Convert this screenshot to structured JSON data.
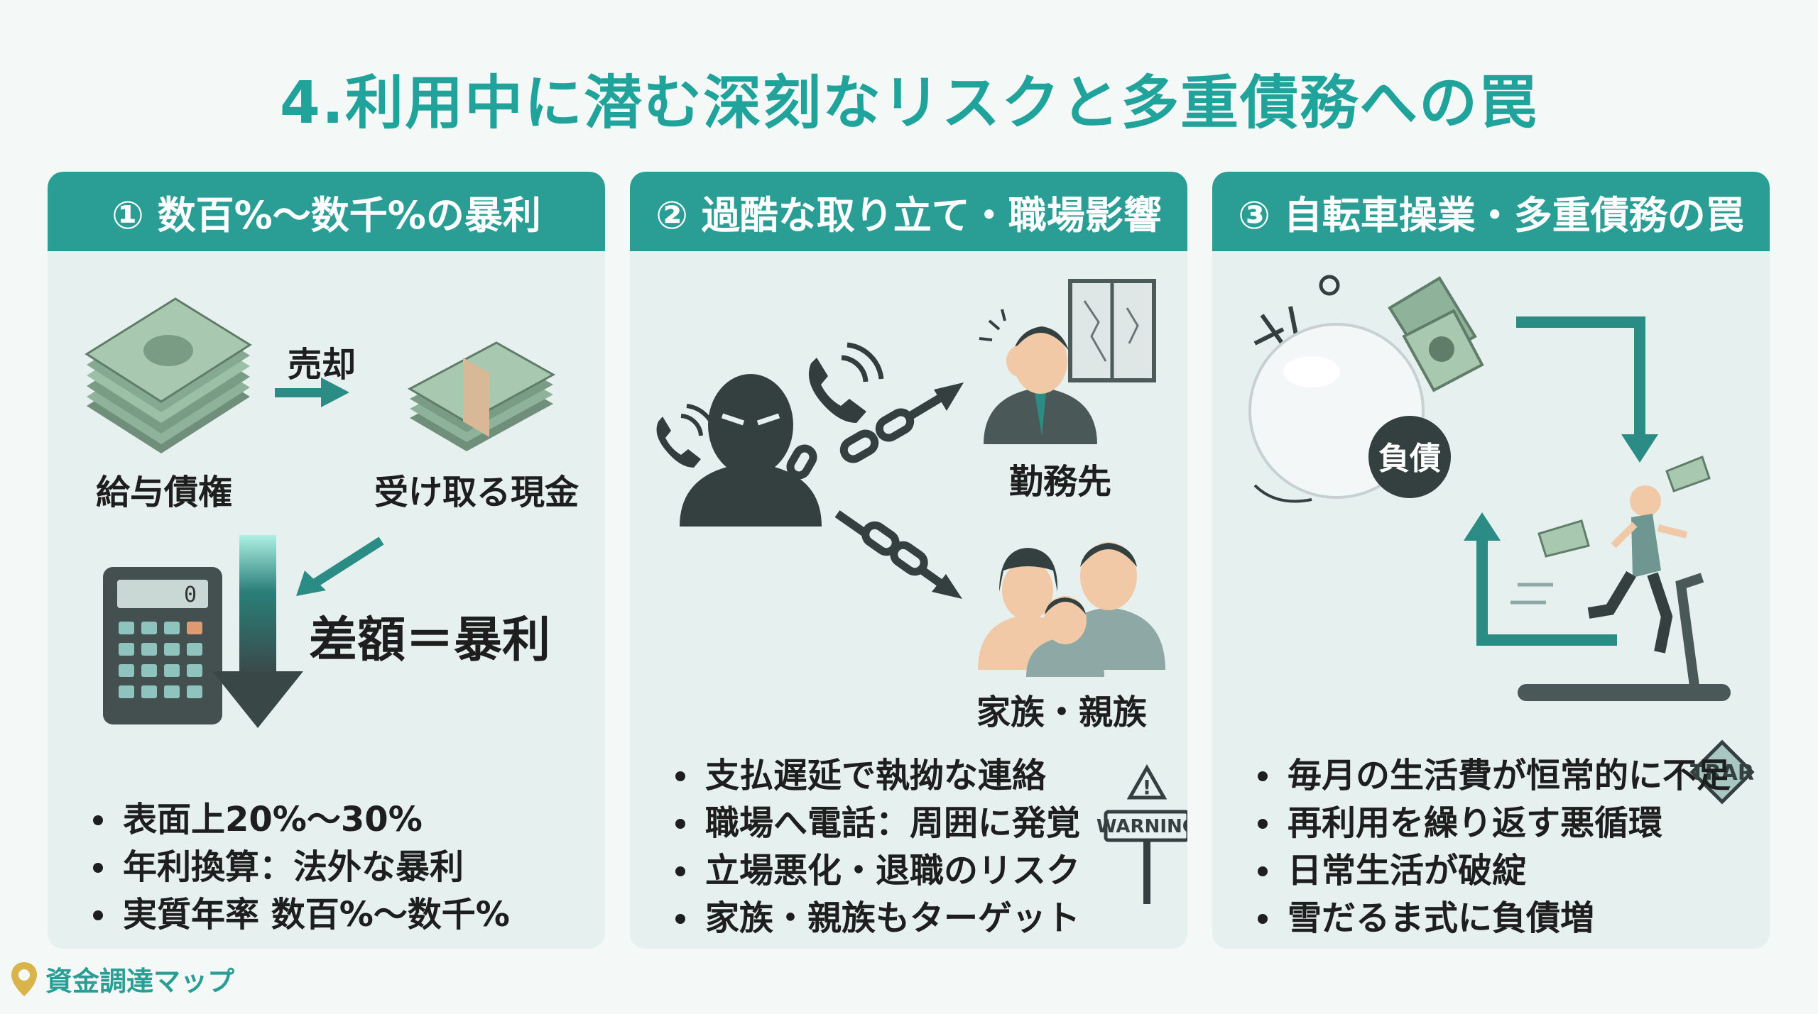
{
  "title": "4.利用中に潜む深刻なリスクと多重債務への罠",
  "panels": [
    {
      "heading": "① 数百%〜数千%の暴利",
      "labels": {
        "sell": "売却",
        "receivable": "給与債権",
        "cash": "受け取る現金",
        "difference": "差額＝暴利",
        "calc_display": "0"
      },
      "bullets": [
        "表面上20%〜30%",
        "年利換算：法外な暴利",
        "実質年率 数百%〜数千%"
      ]
    },
    {
      "heading": "② 過酷な取り立て・職場影響",
      "labels": {
        "workplace": "勤務先",
        "family": "家族・親族",
        "warning": "WARNING"
      },
      "bullets": [
        "支払遅延で執拗な連絡",
        "職場へ電話：周囲に発覚",
        "立場悪化・退職のリスク",
        "家族・親族もターゲット"
      ]
    },
    {
      "heading": "③ 自転車操業・多重債務の罠",
      "labels": {
        "debt": "負債",
        "trap_sign": "TRAR"
      },
      "bullets": [
        "毎月の生活費が恒常的に不足",
        "再利用を繰り返す悪循環",
        "日常生活が破綻",
        "雪だるま式に負債増"
      ]
    }
  ],
  "brand": "資金調達マップ",
  "colors": {
    "accent": "#2a9e95",
    "title": "#1fa39b",
    "panel": "#e6f1ef",
    "icon": "#3d4a4a",
    "money": "#8fb29a"
  },
  "icons": [
    "money-stack-icon",
    "cash-bundle-icon",
    "calculator-icon",
    "hooded-collector-icon",
    "phone-icon",
    "chain-icon",
    "stressed-worker-icon",
    "family-icon",
    "warning-sign-icon",
    "snowball-icon",
    "treadmill-runner-icon",
    "cycle-arrow-icon",
    "map-pin-icon"
  ]
}
